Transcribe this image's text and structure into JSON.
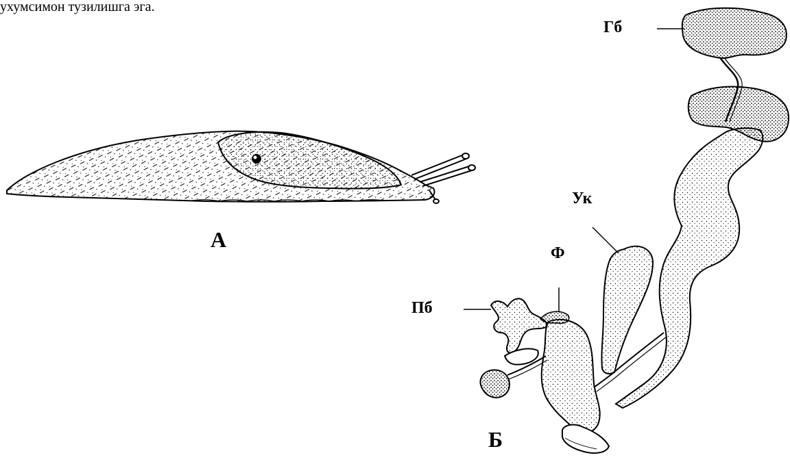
{
  "caption": "ухумсимон тузилишга эга.",
  "figure_a": {
    "label": "А"
  },
  "figure_b": {
    "label": "Б",
    "parts": {
      "hermaphrodite_gland": "Гб",
      "seminal_receptacle": "Ук",
      "flagellum": "Ф",
      "penis": "Пб"
    }
  }
}
